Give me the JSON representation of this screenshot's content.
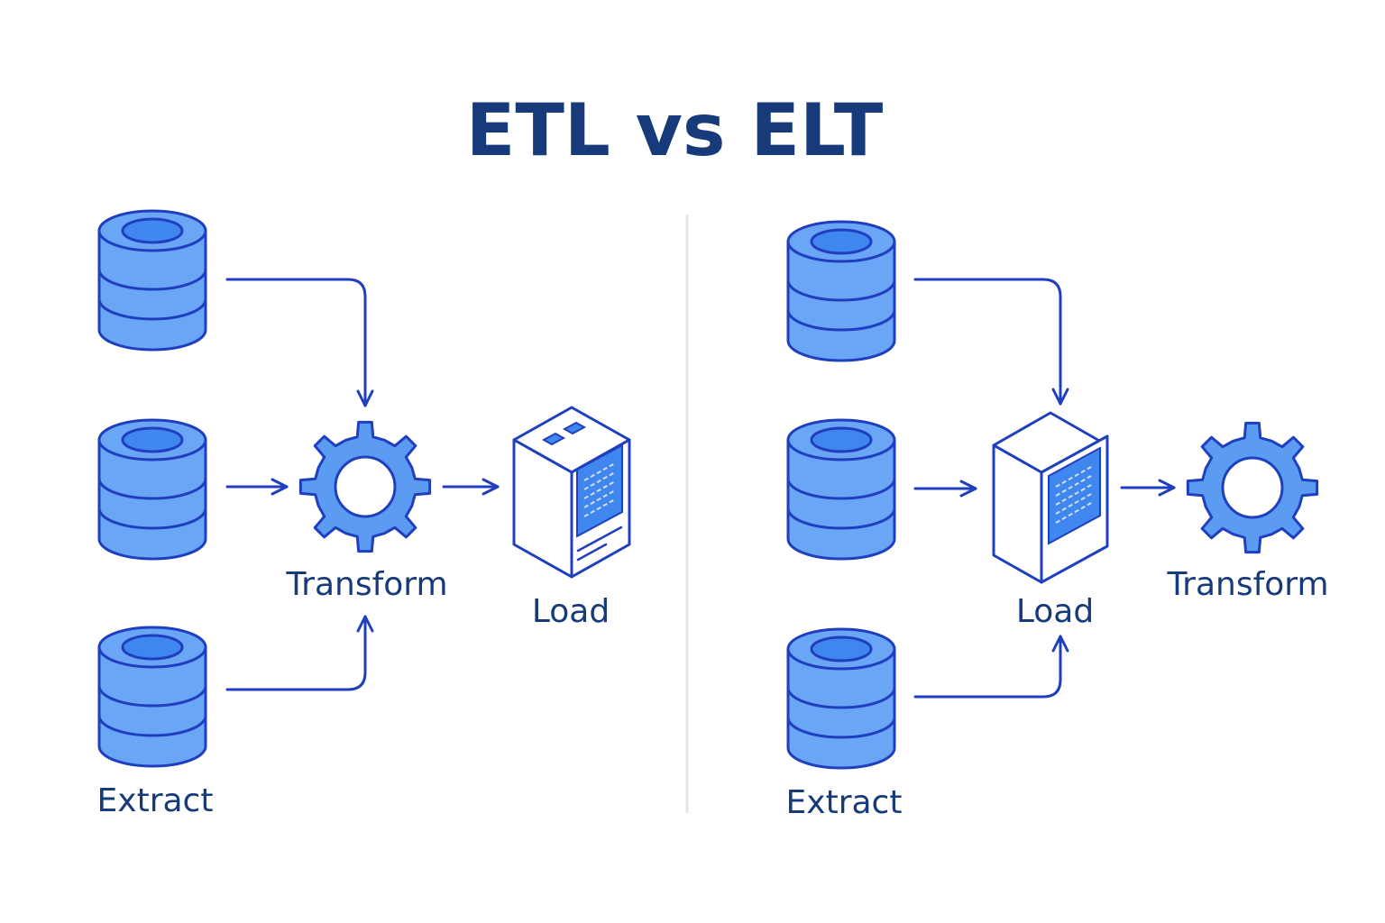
{
  "title": "ETL vs ELT",
  "etl": {
    "extract_label": "Extract",
    "transform_label": "Transform",
    "load_label": "Load"
  },
  "elt": {
    "extract_label": "Extract",
    "load_label": "Load",
    "transform_label": "Transform"
  },
  "colors": {
    "title_text": "#163a7a",
    "stroke": "#1f3fbf",
    "icon_fill": "#6aa6f5",
    "icon_accent": "#3f86ee",
    "divider": "#e6e6e6"
  },
  "icons": [
    "database-icon",
    "gear-icon",
    "server-icon",
    "arrow-icon"
  ]
}
